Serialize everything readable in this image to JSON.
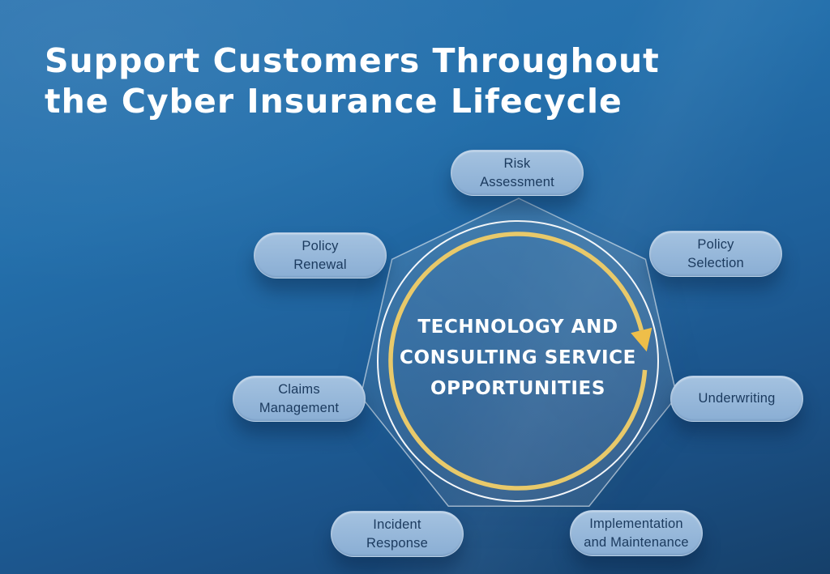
{
  "title": {
    "line1": "Support Customers Throughout",
    "line2": "the Cyber Insurance Lifecycle"
  },
  "center": {
    "line1": "TECHNOLOGY AND",
    "line2": "CONSULTING SERVICE",
    "line3": "OPPORTUNITIES"
  },
  "nodes": [
    {
      "id": "risk-assessment",
      "line1": "Risk",
      "line2": "Assessment"
    },
    {
      "id": "policy-selection",
      "line1": "Policy",
      "line2": "Selection"
    },
    {
      "id": "underwriting",
      "line1": "Underwriting",
      "line2": ""
    },
    {
      "id": "implementation-maintenance",
      "line1": "Implementation",
      "line2": "and Maintenance"
    },
    {
      "id": "incident-response",
      "line1": "Incident",
      "line2": "Response"
    },
    {
      "id": "claims-management",
      "line1": "Claims",
      "line2": "Management"
    },
    {
      "id": "policy-renewal",
      "line1": "Policy",
      "line2": "Renewal"
    }
  ],
  "colors": {
    "background_top": "#2f77b2",
    "background_bottom": "#16406a",
    "node_fill_top": "#a4c2e0",
    "node_fill_bottom": "#8aaed4",
    "node_text": "#1b3a5e",
    "title_text": "#ffffff",
    "center_text": "#ffffff",
    "cycle_arc": "#e8c96a",
    "arrow_head": "#eebe49",
    "circle_stroke": "#ffffff"
  }
}
